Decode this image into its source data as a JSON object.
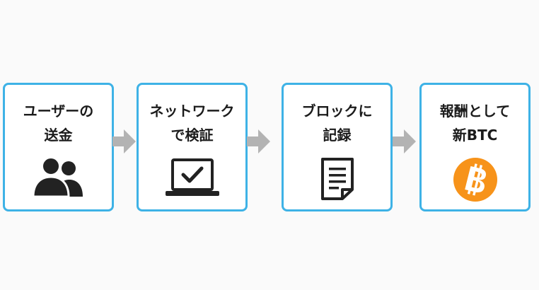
{
  "steps": [
    {
      "line1": "ユーザーの",
      "line2": "送金",
      "icon": "users-icon"
    },
    {
      "line1": "ネットワーク",
      "line2": "で検証",
      "icon": "laptop-check-icon"
    },
    {
      "line1": "ブロックに",
      "line2": "記録",
      "icon": "document-icon"
    },
    {
      "line1": "報酬として",
      "line2": "新BTC",
      "icon": "bitcoin-icon"
    }
  ],
  "colors": {
    "box_border": "#3eb2e6",
    "arrow": "#b3b3b3",
    "icon": "#222222",
    "bitcoin": "#f7931a"
  }
}
